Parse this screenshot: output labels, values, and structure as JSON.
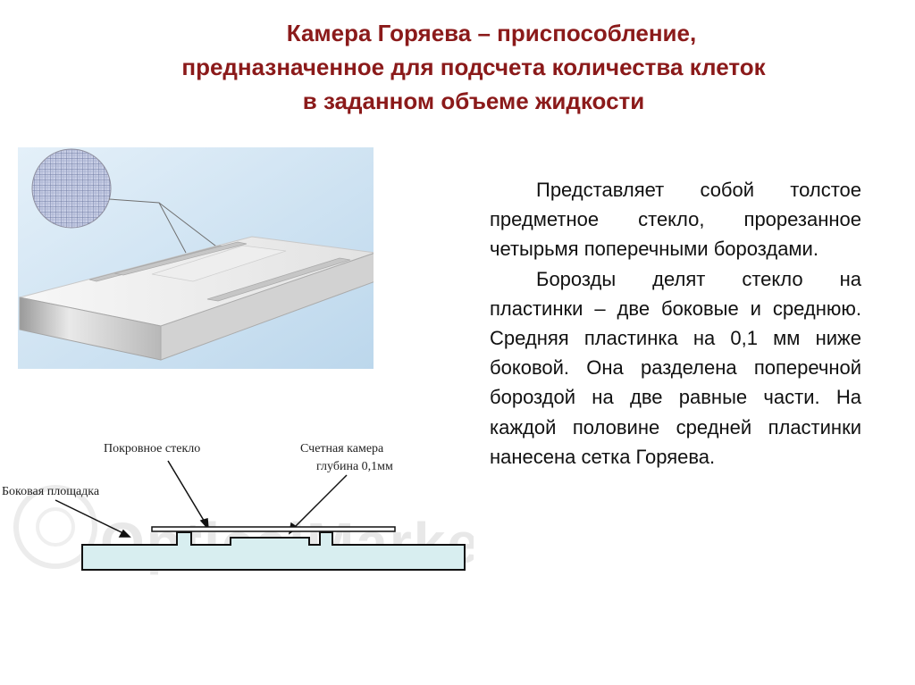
{
  "slide": {
    "title_lines": [
      "Камера Горяева – приспособление,",
      "предназначенное для подсчета количества клеток",
      "в заданном объеме жидкости"
    ],
    "paragraphs": [
      "Представляет собой толстое предметное стекло, прорезанное четырьмя поперечными бороздами.",
      "Борозды делят стекло на пластинки – две боковые и среднюю. Средняя пластинка на 0,1 мм ниже боковой. Она разделена поперечной бороздой на две равные части. На каждой половине средней пластинки нанесена сетка Горяева."
    ]
  },
  "diagram": {
    "label_cover_glass": "Покровное стекло",
    "label_chamber_line1": "Счетная камера",
    "label_chamber_line2": "глубина 0,1мм",
    "label_side_platform": "Боковая площадка",
    "watermark": "OpticalMarket"
  },
  "colors": {
    "title": "#8b1a1a",
    "photo_background": "#cfe3f3",
    "diagram_fill": "#d9eef0",
    "watermark": "#e7e7e7"
  }
}
